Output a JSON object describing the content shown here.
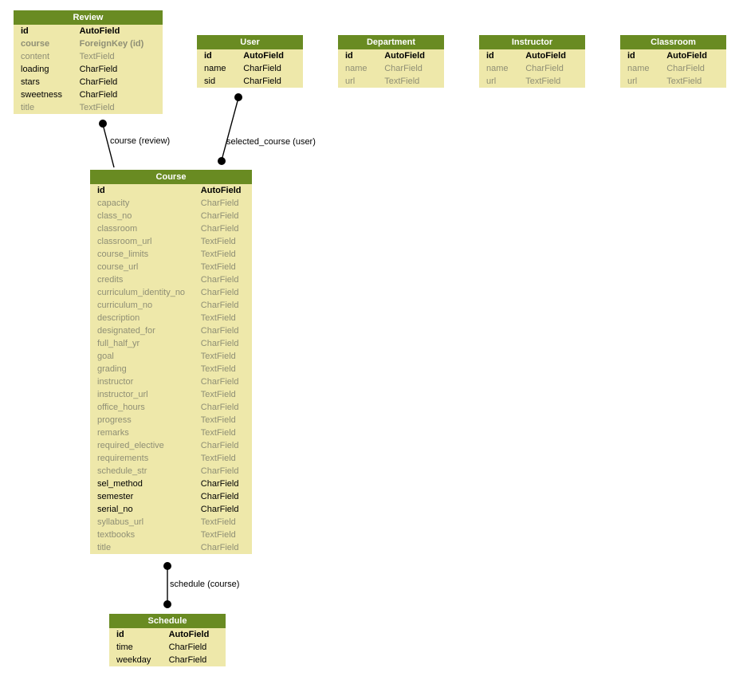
{
  "colors": {
    "header_bg": "#698b22",
    "header_text": "#ffffff",
    "body_bg": "#eee8aa",
    "text": "#000000",
    "muted_text": "#8f8f75",
    "edge": "#000000"
  },
  "entities": [
    {
      "title": "Review",
      "fields": [
        {
          "name": "id",
          "type": "AutoField",
          "bold": true,
          "muted": false
        },
        {
          "name": "course",
          "type": "ForeignKey (id)",
          "bold": true,
          "muted": true
        },
        {
          "name": "content",
          "type": "TextField",
          "bold": false,
          "muted": true
        },
        {
          "name": "loading",
          "type": "CharField",
          "bold": false,
          "muted": false
        },
        {
          "name": "stars",
          "type": "CharField",
          "bold": false,
          "muted": false
        },
        {
          "name": "sweetness",
          "type": "CharField",
          "bold": false,
          "muted": false
        },
        {
          "name": "title",
          "type": "TextField",
          "bold": false,
          "muted": true
        }
      ]
    },
    {
      "title": "User",
      "fields": [
        {
          "name": "id",
          "type": "AutoField",
          "bold": true,
          "muted": false
        },
        {
          "name": "name",
          "type": "CharField",
          "bold": false,
          "muted": false
        },
        {
          "name": "sid",
          "type": "CharField",
          "bold": false,
          "muted": false
        }
      ]
    },
    {
      "title": "Department",
      "fields": [
        {
          "name": "id",
          "type": "AutoField",
          "bold": true,
          "muted": false
        },
        {
          "name": "name",
          "type": "CharField",
          "bold": false,
          "muted": true
        },
        {
          "name": "url",
          "type": "TextField",
          "bold": false,
          "muted": true
        }
      ]
    },
    {
      "title": "Instructor",
      "fields": [
        {
          "name": "id",
          "type": "AutoField",
          "bold": true,
          "muted": false
        },
        {
          "name": "name",
          "type": "CharField",
          "bold": false,
          "muted": true
        },
        {
          "name": "url",
          "type": "TextField",
          "bold": false,
          "muted": true
        }
      ]
    },
    {
      "title": "Classroom",
      "fields": [
        {
          "name": "id",
          "type": "AutoField",
          "bold": true,
          "muted": false
        },
        {
          "name": "name",
          "type": "CharField",
          "bold": false,
          "muted": true
        },
        {
          "name": "url",
          "type": "TextField",
          "bold": false,
          "muted": true
        }
      ]
    },
    {
      "title": "Course",
      "fields": [
        {
          "name": "id",
          "type": "AutoField",
          "bold": true,
          "muted": false
        },
        {
          "name": "capacity",
          "type": "CharField",
          "bold": false,
          "muted": true
        },
        {
          "name": "class_no",
          "type": "CharField",
          "bold": false,
          "muted": true
        },
        {
          "name": "classroom",
          "type": "CharField",
          "bold": false,
          "muted": true
        },
        {
          "name": "classroom_url",
          "type": "TextField",
          "bold": false,
          "muted": true
        },
        {
          "name": "course_limits",
          "type": "TextField",
          "bold": false,
          "muted": true
        },
        {
          "name": "course_url",
          "type": "TextField",
          "bold": false,
          "muted": true
        },
        {
          "name": "credits",
          "type": "CharField",
          "bold": false,
          "muted": true
        },
        {
          "name": "curriculum_identity_no",
          "type": "CharField",
          "bold": false,
          "muted": true
        },
        {
          "name": "curriculum_no",
          "type": "CharField",
          "bold": false,
          "muted": true
        },
        {
          "name": "description",
          "type": "TextField",
          "bold": false,
          "muted": true
        },
        {
          "name": "designated_for",
          "type": "CharField",
          "bold": false,
          "muted": true
        },
        {
          "name": "full_half_yr",
          "type": "CharField",
          "bold": false,
          "muted": true
        },
        {
          "name": "goal",
          "type": "TextField",
          "bold": false,
          "muted": true
        },
        {
          "name": "grading",
          "type": "TextField",
          "bold": false,
          "muted": true
        },
        {
          "name": "instructor",
          "type": "CharField",
          "bold": false,
          "muted": true
        },
        {
          "name": "instructor_url",
          "type": "TextField",
          "bold": false,
          "muted": true
        },
        {
          "name": "office_hours",
          "type": "CharField",
          "bold": false,
          "muted": true
        },
        {
          "name": "progress",
          "type": "TextField",
          "bold": false,
          "muted": true
        },
        {
          "name": "remarks",
          "type": "TextField",
          "bold": false,
          "muted": true
        },
        {
          "name": "required_elective",
          "type": "CharField",
          "bold": false,
          "muted": true
        },
        {
          "name": "requirements",
          "type": "TextField",
          "bold": false,
          "muted": true
        },
        {
          "name": "schedule_str",
          "type": "CharField",
          "bold": false,
          "muted": true
        },
        {
          "name": "sel_method",
          "type": "CharField",
          "bold": false,
          "muted": false
        },
        {
          "name": "semester",
          "type": "CharField",
          "bold": false,
          "muted": false
        },
        {
          "name": "serial_no",
          "type": "CharField",
          "bold": false,
          "muted": false
        },
        {
          "name": "syllabus_url",
          "type": "TextField",
          "bold": false,
          "muted": true
        },
        {
          "name": "textbooks",
          "type": "TextField",
          "bold": false,
          "muted": true
        },
        {
          "name": "title",
          "type": "CharField",
          "bold": false,
          "muted": true
        }
      ]
    },
    {
      "title": "Schedule",
      "fields": [
        {
          "name": "id",
          "type": "AutoField",
          "bold": true,
          "muted": false
        },
        {
          "name": "time",
          "type": "CharField",
          "bold": false,
          "muted": false
        },
        {
          "name": "weekday",
          "type": "CharField",
          "bold": false,
          "muted": false
        }
      ]
    }
  ],
  "edges": [
    {
      "label": "course (review)",
      "from": "Review",
      "to": "Course"
    },
    {
      "label": "selected_course (user)",
      "from": "User",
      "to": "Course"
    },
    {
      "label": "schedule (course)",
      "from": "Course",
      "to": "Schedule"
    }
  ]
}
